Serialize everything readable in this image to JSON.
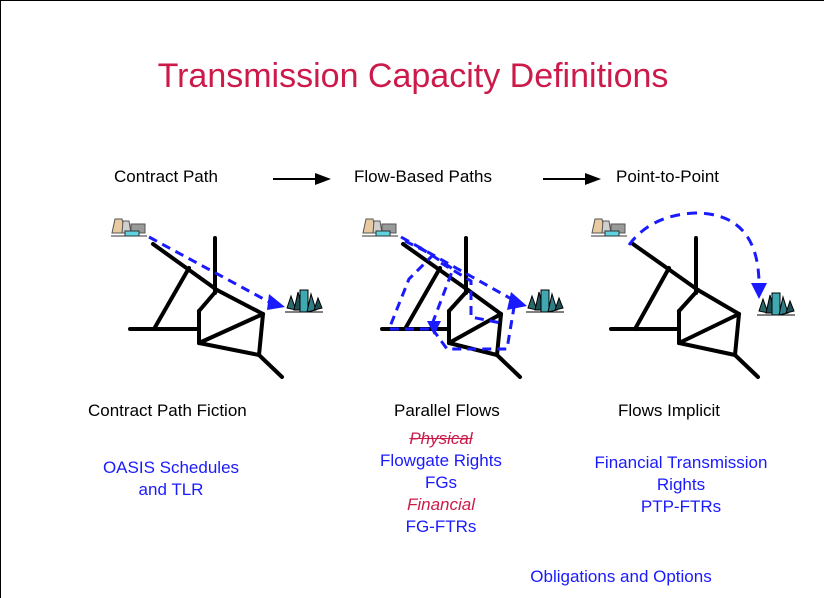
{
  "title": "Transmission Capacity Definitions",
  "headers": [
    "Contract Path",
    "Flow-Based Paths",
    "Point-to-Point"
  ],
  "captions": [
    "Contract Path Fiction",
    "Parallel Flows",
    "Flows Implicit"
  ],
  "col1_notes": [
    "OASIS Schedules",
    "and TLR"
  ],
  "col2_notes": {
    "physical": "Physical",
    "flowgate": "Flowgate Rights",
    "fgs": "FGs",
    "financial": "Financial",
    "fgftrs": "FG-FTRs"
  },
  "col3_notes": [
    "Financial Transmission",
    "Rights",
    "PTP-FTRs"
  ],
  "footer_note": "Obligations and Options",
  "colors": {
    "title": "#cc1a4a",
    "accent_blue": "#1a1aff",
    "italic_red": "#cc1a4a",
    "line": "#000000"
  },
  "icons": [
    "power-plant-icon",
    "city-buildings-icon"
  ]
}
